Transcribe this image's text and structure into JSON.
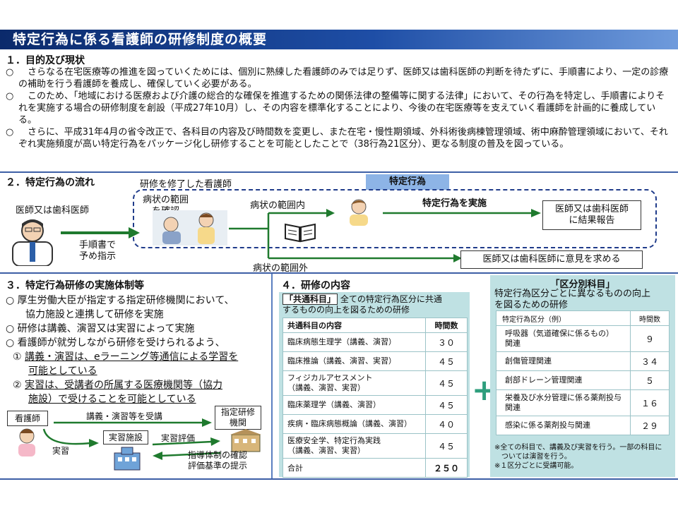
{
  "title": "特定行為に係る看護師の研修制度の概要",
  "section1": {
    "heading": "１．目的及び現状",
    "bullet": "○",
    "items": [
      "　さらなる在宅医療等の推進を図っていくためには、個別に熟練した看護師のみでは足りず、医師又は歯科医師の判断を待たずに、手順書により、一定の診療の補助を行う看護師を養成し、確保していく必要がある。",
      "　このため、「地域における医療および介護の総合的な確保を推進するための関係法律の整備等に関する法律」において、その行為を特定し、手順書によりそれを実施する場合の研修制度を創設（平成27年10月）し、その内容を標準化することにより、今後の在宅医療等を支えていく看護師を計画的に養成している。",
      "　さらに、平成31年4月の省令改正で、各科目の内容及び時間数を変更し、また在宅・慢性期領域、外科術後病棟管理領域、術中麻酔管理領域において、それぞれ実施頻度が高い特定行為をパッケージ化し研修することを可能としたことで（38行為21区分）、更なる制度の普及を図っている。"
    ]
  },
  "section2": {
    "heading": "２．特定行為の流れ",
    "trained_nurse": "研修を修了した看護師",
    "doctor": "医師又は歯科医師",
    "tejunsho": "手順書で",
    "yoteishiji": "予め指示",
    "byojo_hani": "病状の範囲",
    "wo_kakunin": "を確認",
    "hani_nai": "病状の範囲内",
    "tokutei_koi": "特定行為",
    "tokutei_jisshi": "特定行為を実施",
    "report1": "医師又は歯科医師",
    "report2": "に結果報告",
    "hani_gai": "病状の範囲外",
    "ask_opinion": "医師又は歯科医師に意見を求める"
  },
  "section3": {
    "heading": "３．特定行為研修の実施体制等",
    "lines": [
      "○ 厚生労働大臣が指定する指定研修機関において、",
      "協力施設と連携して研修を実施",
      "○ 研修は講義、演習又は実習によって実施",
      "○ 看護師が就労しながら研修を受けられるよう、"
    ],
    "num1": "①",
    "sub1a": "講義・演習は、eラーニング等通信による学習を",
    "sub1b": "可能としている",
    "num2": "②",
    "sub2a": "実習は、受講者の所属する医療機関等（協力",
    "sub2b": "施設）で受けることを可能としている",
    "nurse": "看護師",
    "kogi": "講義・演習等を受講",
    "designated1": "指定研修",
    "designated2": "機関",
    "jisshu_shisetsu": "実習施設",
    "jisshu_hyoka": "実習評価",
    "jisshu": "実習",
    "shido1": "指導体制の確認",
    "shido2": "評価基準の提示"
  },
  "section4": {
    "heading": "４．研修の内容",
    "common": {
      "badge": "「共通科目」",
      "desc1": "全ての特定行為区分に共通",
      "desc2": "するものの向上を図るための研修",
      "col1": "共通科目の内容",
      "col2": "時間数",
      "rows": [
        {
          "name": "臨床病態生理学（講義、演習）",
          "hours": "３０"
        },
        {
          "name": "臨床推論（講義、演習、実習）",
          "hours": "４５"
        },
        {
          "name": "フィジカルアセスメント\n（講義、演習、実習）",
          "hours": "４５"
        },
        {
          "name": "臨床薬理学（講義、演習）",
          "hours": "４５"
        },
        {
          "name": "疾病・臨床病態概論（講義、演習）",
          "hours": "４０"
        },
        {
          "name": "医療安全学、特定行為実践\n（講義、演習、実習）",
          "hours": "４５"
        }
      ],
      "total_label": "合計",
      "total": "２５０"
    },
    "plus": "+",
    "kubun": {
      "title": "「区分別科目」",
      "desc1": "特定行為区分ごとに異なるものの向上",
      "desc2": "を図るための研修",
      "col1": "特定行為区分（例）",
      "col2": "時間数",
      "rows": [
        {
          "name": "呼吸器（気道確保に係るもの）\n関連",
          "hours": "９"
        },
        {
          "name": "創傷管理関連",
          "hours": "３４"
        },
        {
          "name": "創部ドレーン管理関連",
          "hours": "５"
        },
        {
          "name": "栄養及び水分管理に係る薬剤投与\n関連",
          "hours": "１６"
        },
        {
          "name": "感染に係る薬剤投与関連",
          "hours": "２９"
        }
      ],
      "note1": "※全ての科目で、講義及び実習を行う。一部の科目に",
      "note2": "ついては演習を行う。",
      "note3": "※１区分ごとに受講可能。"
    }
  },
  "colors": {
    "title_bar": "#1e4ea6",
    "teal": "#bfe1e3",
    "arrow_green": "#1f7a2e",
    "tag_blue": "#8db4e6"
  }
}
